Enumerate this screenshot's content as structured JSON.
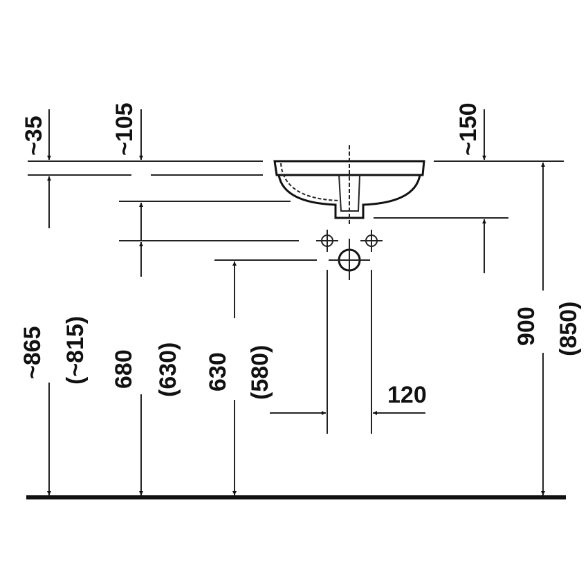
{
  "drawing": {
    "title": "Washbasin installation dimensions",
    "colors": {
      "line": "#222222",
      "background": "#ffffff"
    },
    "dimensions": {
      "top_left_offset": "~35",
      "top_mid_offset": "~105",
      "top_right_offset": "~150",
      "height_rim_main": "~865",
      "height_rim_alt": "(~815)",
      "height_supply_main": "680",
      "height_supply_alt": "(630)",
      "height_waste_main": "630",
      "height_waste_alt": "(580)",
      "height_total_main": "900",
      "height_total_alt": "(850)",
      "supply_spacing": "120"
    }
  }
}
